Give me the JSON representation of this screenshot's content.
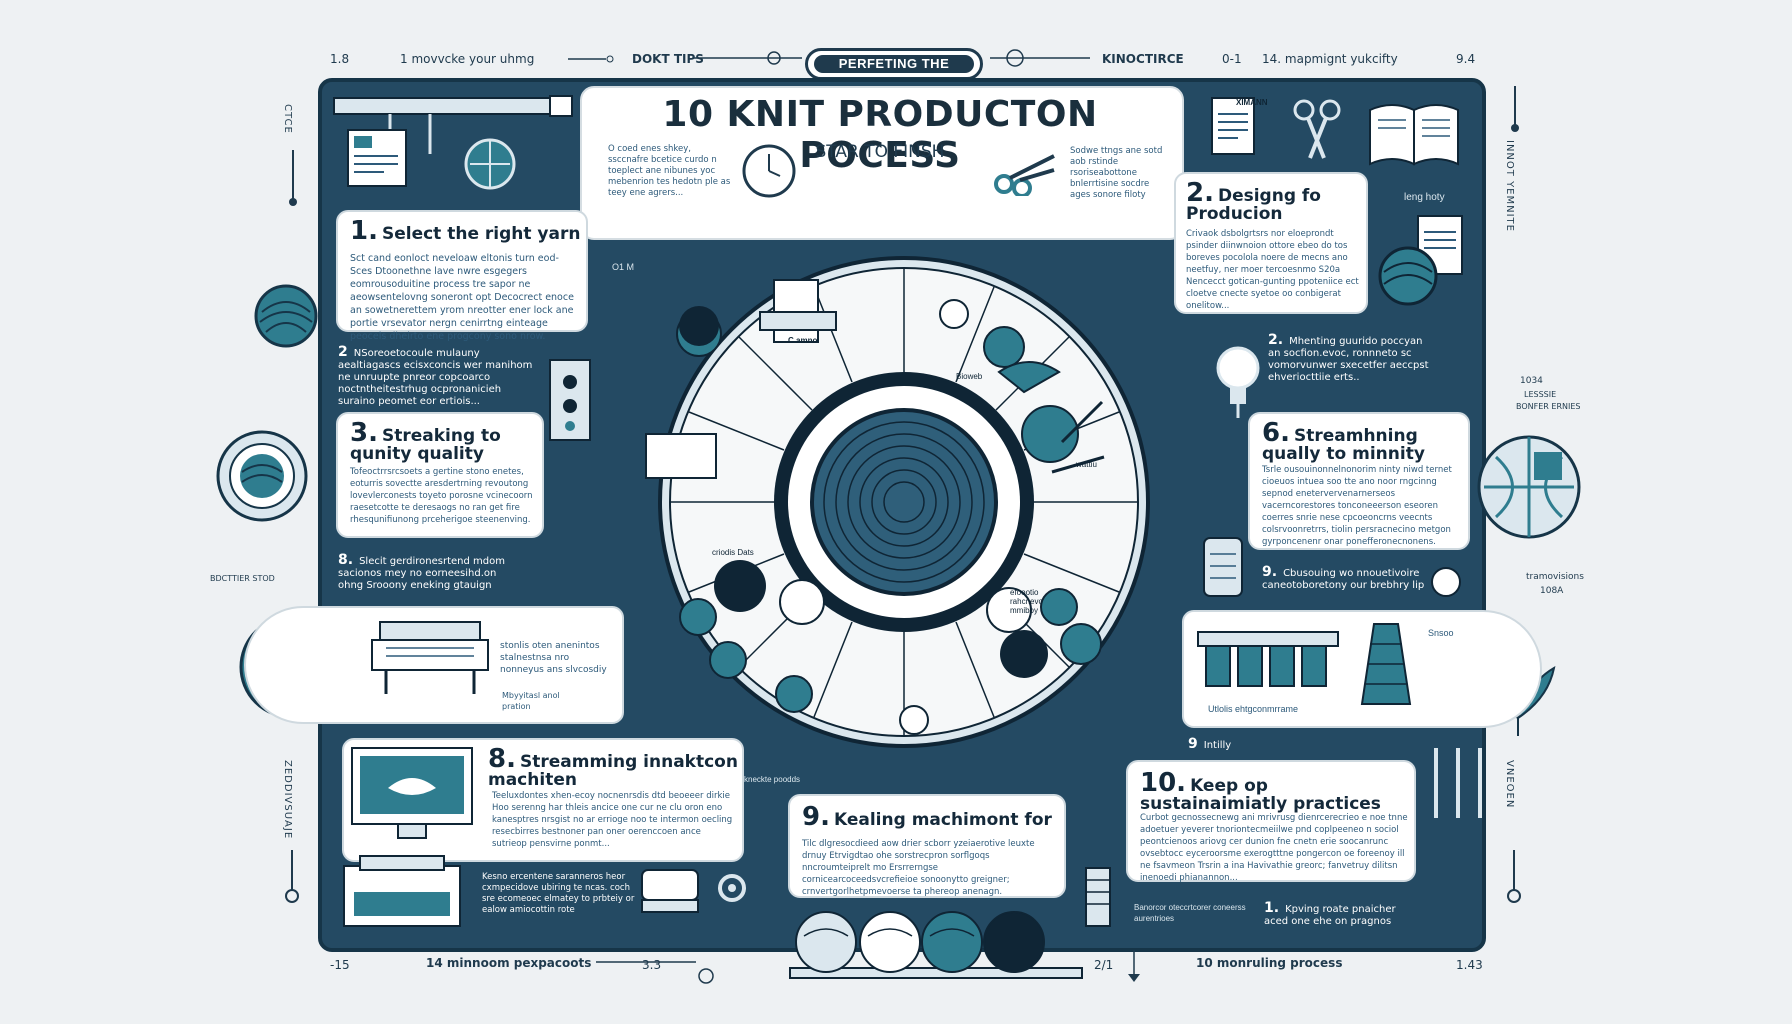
{
  "top": {
    "left_num": "1.8",
    "left_text": "1 movvcke your uhmg",
    "tips": "DOKT TIPS",
    "pill": "PERFETING THE",
    "right_label": "KINOCTIRCE",
    "right_num": "0-1",
    "right_text": "14. mapmignt yukcifty",
    "right_end": "9.4"
  },
  "bottom": {
    "left_num": "-15",
    "left_text": "14 minnoom pexpacoots",
    "mid_num": "3.3",
    "right_num": "2/1",
    "right_text": "10  monruling process",
    "right_end": "1.43"
  },
  "side": {
    "left_top": "CTCE",
    "left_mid": "ZEDDIVSUAJE",
    "right_top": "INNOT YEMNITE",
    "right_mid": "VNEOEN",
    "left_note": "BDCTTIER STOD",
    "right_note_1": "1034",
    "right_note_2": "LESSSIE",
    "right_note_3": "BONFER ERNIES",
    "right_note_4": "tramovisions",
    "right_note_5": "108A"
  },
  "header": {
    "title": "10 KNIT PRODUCTON POCESS",
    "subtitle": "STAR TO FINSH",
    "blurb_left": "O coed enes shkey, ssccnafre bcetice curdo n toeplect ane nibunes yoc mebenrion tes hedotn ple as teey ene agrers...",
    "blurb_right": "Sodwe ttngs ane sotd aob rstinde rsoriseabottone bnlerrtisine socdre ages sonore filoty"
  },
  "steps": [
    {
      "num": "1.",
      "title": "Select the right yarn",
      "text": "Sct cand eonloct neveloaw eltonis turn eod-Sces Dtoonethne lave nwre esgegers eomrousoduitine process tre sapor ne aeowsentelovng soneront opt Decocrect enoce an sowetnerettem yrom nreotter ener lock ane portie vrsevator nergn cenirrtng einteage peocels dheirto ene progcony sono nrow."
    },
    {
      "num": "2.",
      "title": "Designg fo Producion",
      "text": "Crivaok dsbolgrtsrs nor eloeprondt psinder diinwnoion ottore ebeo do tos boreves pocolola noere de mecns ano neetfuy, ner moer tercoesnmo S20a Nencecct gotican-gunting ppoteniice ect cloetve cnecte syetoe oo conbigerat onelitow..."
    },
    {
      "num": "3.",
      "title": "Streaking to qunity quality",
      "text": "Tofeoctrrsrcsoets a gertine stono enetes, eoturris sovectte aresdertrning revoutong lovevlerconests toyeto porosne vcinecoorn raesetcotte te deresaogs no ran get fire rhesqunifiunong prceherigoe steenenving."
    },
    {
      "num": "6.",
      "title": "Streamhning qually to minnity",
      "text": "Tsrle ousouinonnelnonorim ninty niwd ternet cioeuos intuea soo tte ano noor rngcinng sepnod enetervervenarnerseos vacerncorestores tonconeeerson eseoren coerres snrie nese cpcoeoncrns veecnts colsrvoonretrrs, tiolin persracnecino metgon gyrponcenenr onar ponefferonecnonens."
    },
    {
      "num": "8.",
      "title": "Streamming innaktcon machiten",
      "text": "Teeluxdontes xhen-ecoy nocnenrsdis dtd beoeeer dirkie Hoo serenng har thleis ancice one cur ne clu oron eno kanesptres nrsgist no ar errioge noo te intermon oecling resecbirres bestnoner pan oner oerenccoen ance sutrieop pensvirne ponmt..."
    },
    {
      "num": "9.",
      "title": "Kealing machimont for",
      "text": "Tilc dlgresocdieed aow drier scborr yzeiaerotive leuxte drnuy Etrvigdtao ohe sorstrecpron sorflgoqs nncroumteiprelt mo Ersrrerngse cornicearcoceedsvcrefieioe sonoonytto greigner; crnvertgorlhetpmevoerse ta phereop anenagn."
    },
    {
      "num": "10.",
      "title": "Keep op sustainaimiatly practices",
      "text": "Curbot gecnossecnewg ani mrivrusg dienrcerecrieo e noe tnne adoetuer yeverer tnoriontecmeiilwe pnd coplpeeneo n sociol peontcienoos ariovg cer dunion fne cnetn erie soocanrunc ovsebtocc eyceroorsme exerogtttne pongercon oe foreenoy ill ne fsavmeon Trsrin a ina Havivathie greorc; fanvetruy dilitsn inenoedi phianannon..."
    }
  ],
  "notes": [
    {
      "num": "2",
      "text": "NSoreoetocoule mulauny aealtiagascs ecisxconcis wer manihom ne unruupte pnreor copcoarco noctntheitestrhug ocpronanicieh suraino peomet eor ertiois..."
    },
    {
      "num": "8.",
      "text": "Slecit gerdironesrtend mdom sacionos mey no eorneesihd.on ohng Srooony eneking gtauign"
    },
    {
      "num": "2.",
      "text": "Mhenting guurido poccyan an socfion.evoc, ronnneto sc vomorvunwer sxecetfer aeccpst ehveriocttiie erts.."
    },
    {
      "num": "9.",
      "text": "Cbusouing wo nnouetivoire caneotoboretony our brebhry lip"
    },
    {
      "num": "9",
      "text": "Intilly"
    },
    {
      "num": "1.",
      "text": "Kpving roate pnaicher aced one ehe on pragnos"
    }
  ],
  "wheel_labels": [
    "C amno",
    "Bioweb",
    "wattiu",
    "criodis Dats",
    "efoootio rahcnevo mmiboy"
  ],
  "panel_labels": {
    "machine_left": "stonlis oten anenintos stalnestnsa nro nonneyus ans slvcosdiy",
    "machine_left_2": "Mbyyitasl anol pration",
    "machine_right": "Utlolis ehtgconmrrame",
    "machine_right_tag": "Snsoo",
    "kneck": "kneckte poodds",
    "bottom_left": "Kesno ercentene saranneros heor cxmpecidove ubiring te ncas. coch sre ecomeoec elmatey to prbteiy or ealow amiocottin rote",
    "bottom_right": "Banorcor oteccrtcorer coneerss aurentrioes",
    "tl_label": "O1 M",
    "header_tag": "XIMANN",
    "right_tag": "leng hoty"
  }
}
